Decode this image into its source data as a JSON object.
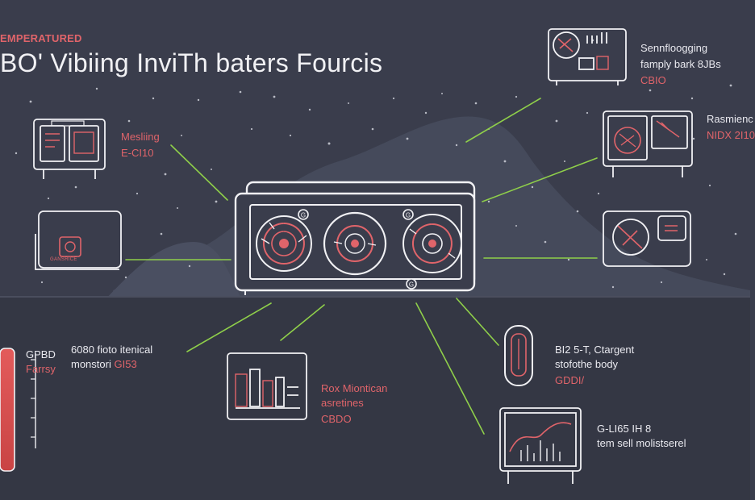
{
  "header": {
    "tag": "EMPERATURED",
    "title": "BO' Vibiing InviTh baters Fourcis"
  },
  "callouts": {
    "top_left": {
      "line1": "Mesliing",
      "line2": "E-CI10"
    },
    "top_right": {
      "line1": "Sennfloogging",
      "line2": "famply bark 8JBs",
      "line3": "CBIO"
    },
    "right_upper": {
      "line1": "Rasmienc",
      "line2": "NIDX 2I10"
    },
    "left_lower": {
      "line1": "GPBD",
      "line2": "Farrsy"
    },
    "left_center": {
      "line1": "6080 fioto itenical",
      "line2": "monstori",
      "line2_code": "GI53"
    },
    "bottom_center": {
      "line1": "Rox Miontican",
      "line2": "asretines",
      "line3": "CBDO"
    },
    "right_center": {
      "line1": "BI2 5-T, Ctargent",
      "line2": "stofothe body",
      "line3": "GDDI/"
    },
    "bottom_right": {
      "line1": "G-LI65 IH 8",
      "line2": "tem sell molistserel"
    }
  },
  "device": {
    "dial_labels": [
      "G",
      "G",
      "G"
    ]
  },
  "icons": {
    "small_sign": "GANSRICE"
  },
  "colors": {
    "background": "#3a3d4c",
    "lower_band": "#343744",
    "accent": "#e0646a",
    "connector": "#8fcf4a",
    "outline": "#f1f1f4"
  }
}
